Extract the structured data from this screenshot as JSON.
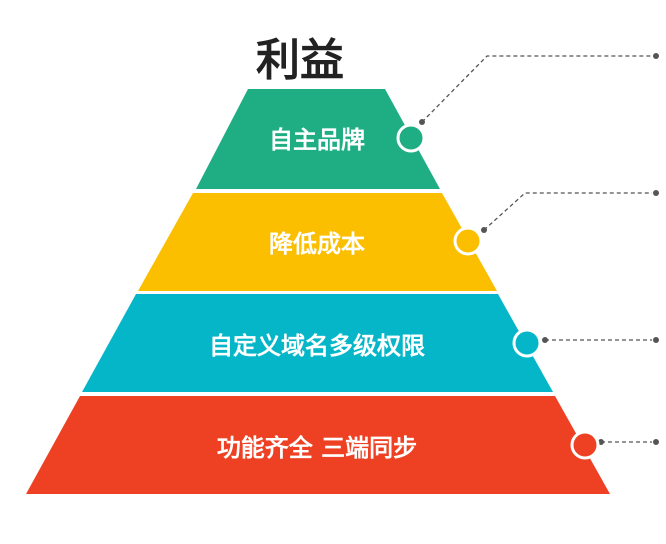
{
  "title": "利益",
  "tiers": [
    {
      "label": "自主品牌",
      "color": "#1fae84"
    },
    {
      "label": "降低成本",
      "color": "#fbbf00"
    },
    {
      "label": "自定义域名多级权限",
      "color": "#05b6c9"
    },
    {
      "label": "功能齐全 三端同步",
      "color": "#ee4023"
    }
  ],
  "connector_color": "#555555",
  "dot_border_color": "#ffffff"
}
